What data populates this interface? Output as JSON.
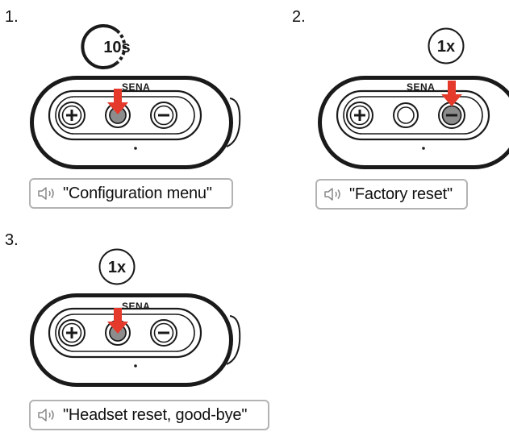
{
  "steps": [
    {
      "number": "1.",
      "press_label": "10s",
      "press_icon": "hold-timer-icon",
      "pressed_button": "center",
      "brand": "SENA",
      "voice_prompt": "\"Configuration menu\""
    },
    {
      "number": "2.",
      "press_label": "1x",
      "press_icon": "tap-once-icon",
      "pressed_button": "minus",
      "brand": "SENA",
      "voice_prompt": "\"Factory reset\""
    },
    {
      "number": "3.",
      "press_label": "1x",
      "press_icon": "tap-once-icon",
      "pressed_button": "center",
      "brand": "SENA",
      "voice_prompt": "\"Headset reset, good-bye\""
    }
  ],
  "colors": {
    "arrow": "#e53a2b",
    "pressed_button": "#8c8c8c",
    "device_body": "#1a1a1a",
    "prompt_border": "#b3b3b3"
  }
}
